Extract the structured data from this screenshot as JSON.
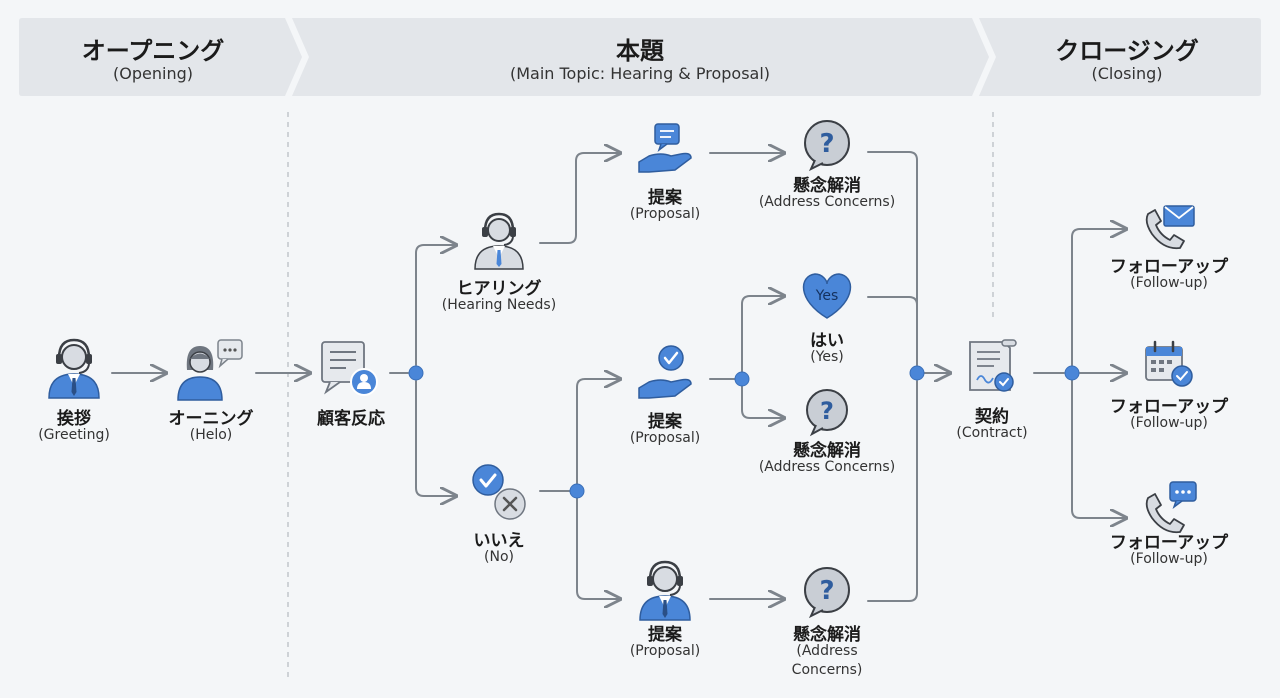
{
  "phases": {
    "opening": {
      "title": "オープニング",
      "subtitle": "(Opening)"
    },
    "main": {
      "title": "本題",
      "subtitle": "(Main Topic: Hearing & Proposal)"
    },
    "closing": {
      "title": "クロージング",
      "subtitle": "(Closing)"
    }
  },
  "nodes": {
    "greeting": {
      "label": "挨拶",
      "sub": "(Greeting)"
    },
    "helo": {
      "label": "オーニング",
      "sub": "(Helo)"
    },
    "reaction": {
      "label": "顧客反応"
    },
    "hearing": {
      "label": "ヒアリング",
      "sub": "(Hearing Needs)"
    },
    "no": {
      "label": "いいえ",
      "sub": "(No)"
    },
    "proposal_top": {
      "label": "提案",
      "sub": "(Proposal)"
    },
    "proposal_mid": {
      "label": "提案",
      "sub": "(Proposal)"
    },
    "proposal_bot": {
      "label": "提案",
      "sub": "(Proposal)"
    },
    "concern_top": {
      "label": "懸念解消",
      "sub": "(Address Concerns)"
    },
    "yes": {
      "label": "はい",
      "sub": "(Yes)",
      "badge": "Yes"
    },
    "concern_mid": {
      "label": "懸念解消",
      "sub": "(Address Concerns)"
    },
    "concern_bot": {
      "label": "懸念解消",
      "sub_line1": "(Address",
      "sub_line2": "Concerns)"
    },
    "contract": {
      "label": "契約",
      "sub": "(Contract)"
    },
    "followup_1": {
      "label": "フォローアップ",
      "sub": "(Follow-up)"
    },
    "followup_2": {
      "label": "フォローアップ",
      "sub": "(Follow-up)"
    },
    "followup_3": {
      "label": "フォローアップ",
      "sub": "(Follow-up)"
    }
  },
  "colors": {
    "accent": "#4a86d8",
    "line": "#7d848c",
    "banner": "#e3e6ea",
    "icon_gray": "#c9ced5"
  }
}
